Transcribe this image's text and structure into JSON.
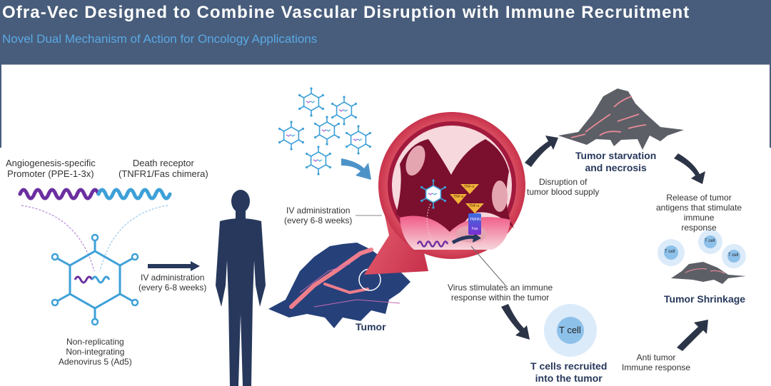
{
  "header": {
    "title": "Ofra-Vec Designed to Combine Vascular Disruption with Immune Recruitment",
    "subtitle": "Novel Dual Mechanism of Action for Oncology Applications"
  },
  "colors": {
    "header_bg": "#485d7b",
    "subtitle": "#5aa9e6",
    "navy": "#27385c",
    "purple": "#6b2fa0",
    "virus_blue": "#3ea0d8",
    "vessel_red": "#e5606e",
    "vessel_dark": "#7a0f2e",
    "tumor_gray": "#5c5f66",
    "tnf_gold": "#f2b33d"
  },
  "gene": {
    "promoter_label": "Angiogenesis-specific\nPromoter (PPE-1-3x)",
    "promoter_line1": "Angiogenesis-specific",
    "promoter_line2": "Promoter (PPE-1-3x)",
    "receptor_line1": "Death receptor",
    "receptor_line2": "(TNFR1/Fas chimera)"
  },
  "vector": {
    "line1": "Non-replicating",
    "line2": "Non-integrating",
    "line3": "Adenovirus 5 (Ad5)"
  },
  "administration": {
    "left_line1": "IV administration",
    "left_line2": "(every 6-8 weeks)",
    "center_line1": "IV administration",
    "center_line2": "(every 6-8 weeks)"
  },
  "tumor_label": "Tumor",
  "vessel": {
    "tnf_labels": [
      "TNF-α",
      "TNF-α",
      "TNF-α"
    ],
    "receptor_top": "TNFR1",
    "receptor_bottom": "Fas"
  },
  "steps": {
    "disruption_line1": "Disruption of",
    "disruption_line2": "tumor blood supply",
    "starvation_line1": "Tumor starvation",
    "starvation_line2": "and necrosis",
    "release_line1": "Release of tumor",
    "release_line2": "antigens that stimulate",
    "release_line3": "immune",
    "release_line4": "response",
    "shrinkage": "Tumor Shrinkage",
    "virus_immune_line1": "Virus stimulates an immune",
    "virus_immune_line2": "response within the tumor",
    "tcell_recruit_line1": "T cells recruited",
    "tcell_recruit_line2": "into the tumor",
    "anti_tumor_line1": "Anti tumor",
    "anti_tumor_line2": "Immune response"
  },
  "tcell_labels": {
    "main": "T cell",
    "small": [
      "T cell",
      "T cell",
      "T cell"
    ]
  }
}
